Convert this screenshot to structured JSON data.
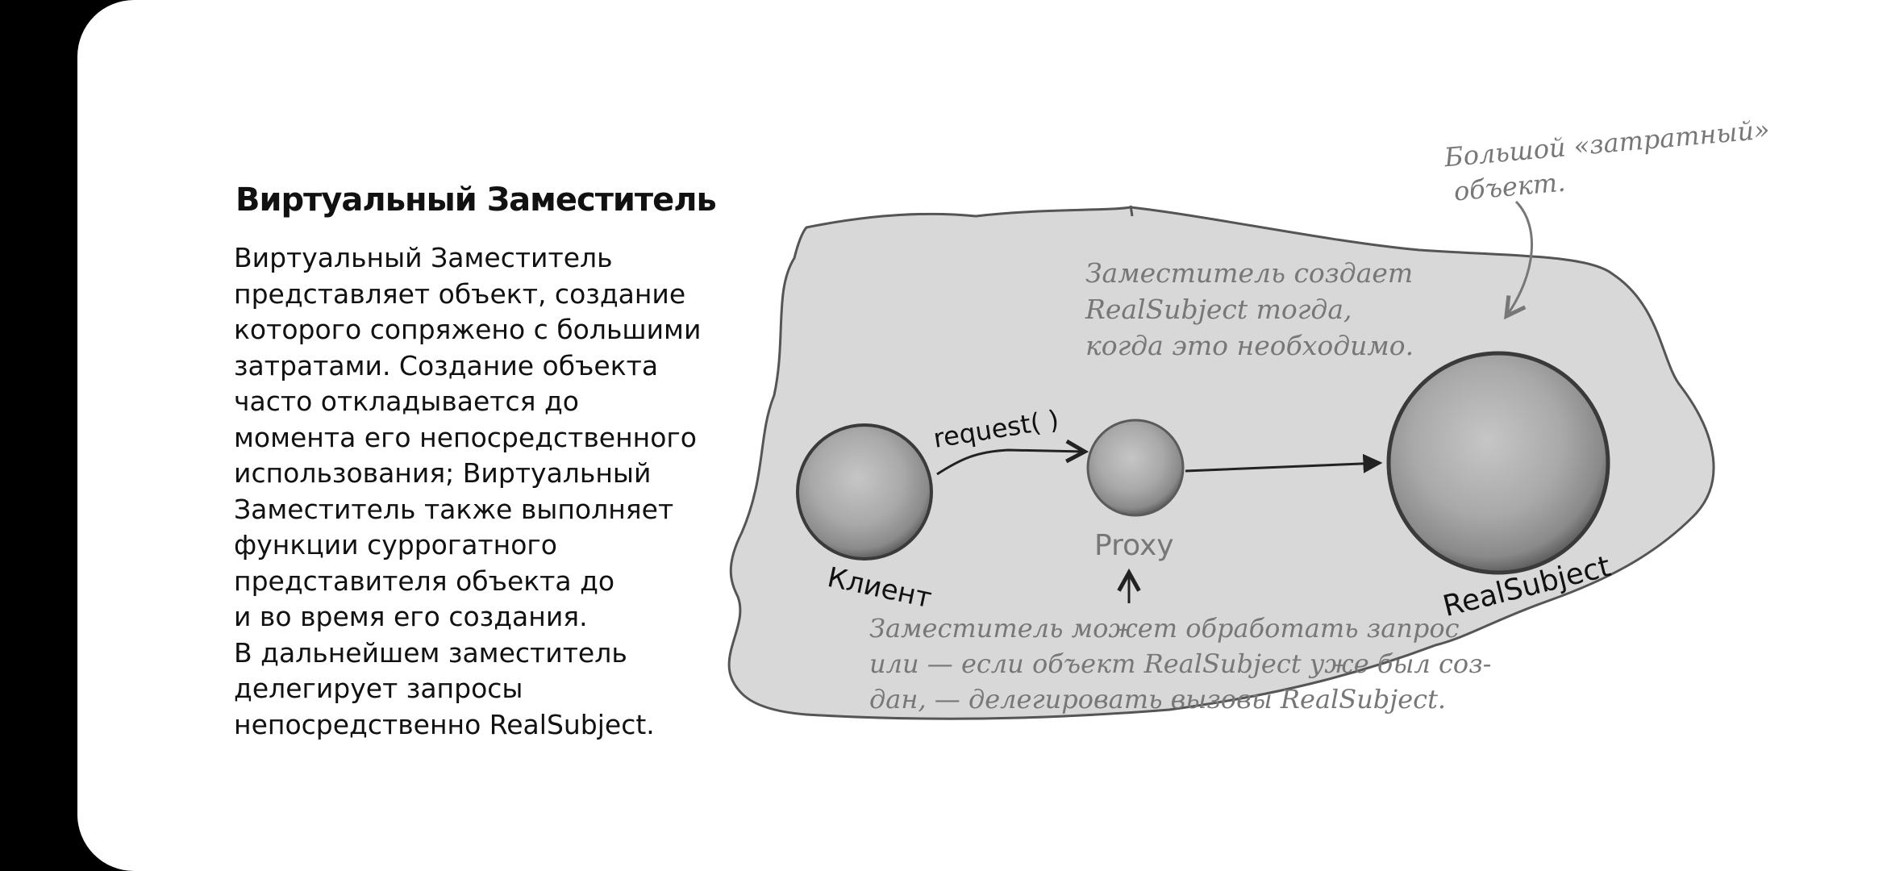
{
  "section": {
    "title": "Виртуальный Заместитель",
    "body_lines": [
      "Виртуальный Заместитель",
      "представляет объект, создание",
      "которого сопряжено с большими",
      "затратами. Создание объекта",
      "часто откладывается до",
      "момента его непосредственного",
      "использования; Виртуальный",
      "Заместитель также выполняет",
      "функции суррогатного",
      "представителя объекта до",
      "и во время его создания.",
      "В дальнейшем заместитель",
      "делегирует запросы",
      "непосредственно RealSubject."
    ]
  },
  "diagram": {
    "nodes": {
      "client": "Клиент",
      "proxy": "Proxy",
      "real_subject": "RealSubject"
    },
    "edges": {
      "request": "request( )"
    },
    "annotations": {
      "expensive_lines": [
        "Большой «затратный»",
        "объект."
      ],
      "creates_lines": [
        "Заместитель создает",
        "RealSubject тогда,",
        "когда это необходимо."
      ],
      "handles_lines": [
        "Заместитель может обработать запрос",
        "или — если объект RealSubject уже был соз-",
        "дан, — делегировать вызовы RealSubject."
      ]
    },
    "colors": {
      "cloud_fill": "#d8d8d8",
      "cloud_stroke": "#555555",
      "annotation_text": "#777777"
    }
  }
}
